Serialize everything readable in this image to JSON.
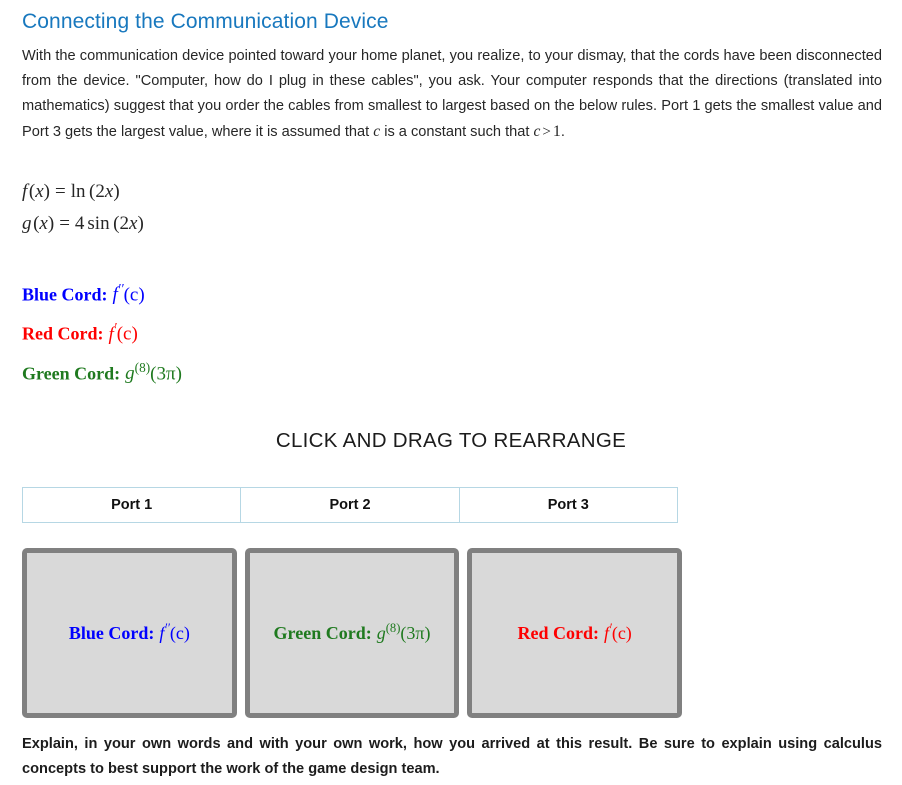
{
  "page": {
    "title": "Connecting the Communication Device",
    "title_color": "#1878be",
    "intro_parts": {
      "p1": "With the communication device pointed toward your home planet, you realize, to your dismay, that the cords have been disconnected from the device. \"Computer, how do I plug in these cables\", you ask. Your computer responds that the directions (translated into mathematics) suggest that you order the cables from smallest to largest based on the below rules. Port 1 gets the smallest value and Port 3 gets the largest value, where it is assumed that ",
      "var_c": "c",
      "p2": " is a constant such that ",
      "ineq_c": "c",
      "ineq_op": ">",
      "ineq_val": "1",
      "p3": "."
    },
    "footer_note": "Explain, in your own words and with your own work, how you arrived at this result. Be sure to explain using calculus concepts to best support the work of the game design team."
  },
  "functions": [
    {
      "name": "f",
      "arg": "x",
      "equals": "=",
      "rhs_fn": "ln",
      "rhs_coeff": "",
      "rhs_inner_num": "2",
      "rhs_inner_var": "x",
      "full": "f (x) = ln (2x)"
    },
    {
      "name": "g",
      "arg": "x",
      "equals": "=",
      "rhs_fn": "sin",
      "rhs_coeff": "4",
      "rhs_inner_num": "2",
      "rhs_inner_var": "x",
      "full": "g (x) = 4 sin (2x)"
    }
  ],
  "cords": [
    {
      "id": "blue",
      "label": "Blue Cord:",
      "color": "#0000ff",
      "expr_base": "f",
      "expr_sup": "′′",
      "expr_arg": "(c)",
      "expr_plain": "f''(c)"
    },
    {
      "id": "red",
      "label": "Red Cord:",
      "color": "#fe0000",
      "expr_base": "f",
      "expr_sup": "′",
      "expr_arg": "(c)",
      "expr_plain": "f'(c)"
    },
    {
      "id": "green",
      "label": "Green Cord:",
      "color": "#1f7a1f",
      "expr_base": "g",
      "expr_sup": "(8)",
      "expr_arg": "(3π)",
      "expr_plain": "g^(8)(3π)"
    }
  ],
  "drag_area": {
    "heading": "CLICK AND DRAG TO REARRANGE",
    "ports": [
      {
        "label": "Port 1"
      },
      {
        "label": "Port 2"
      },
      {
        "label": "Port 3"
      }
    ],
    "slots": [
      {
        "slot": 1,
        "cord_id": "blue"
      },
      {
        "slot": 2,
        "cord_id": "green"
      },
      {
        "slot": 3,
        "cord_id": "red"
      }
    ],
    "box_fill": "#d9d9d9",
    "box_border": "#808080",
    "table_border": "#b6d7e4"
  }
}
